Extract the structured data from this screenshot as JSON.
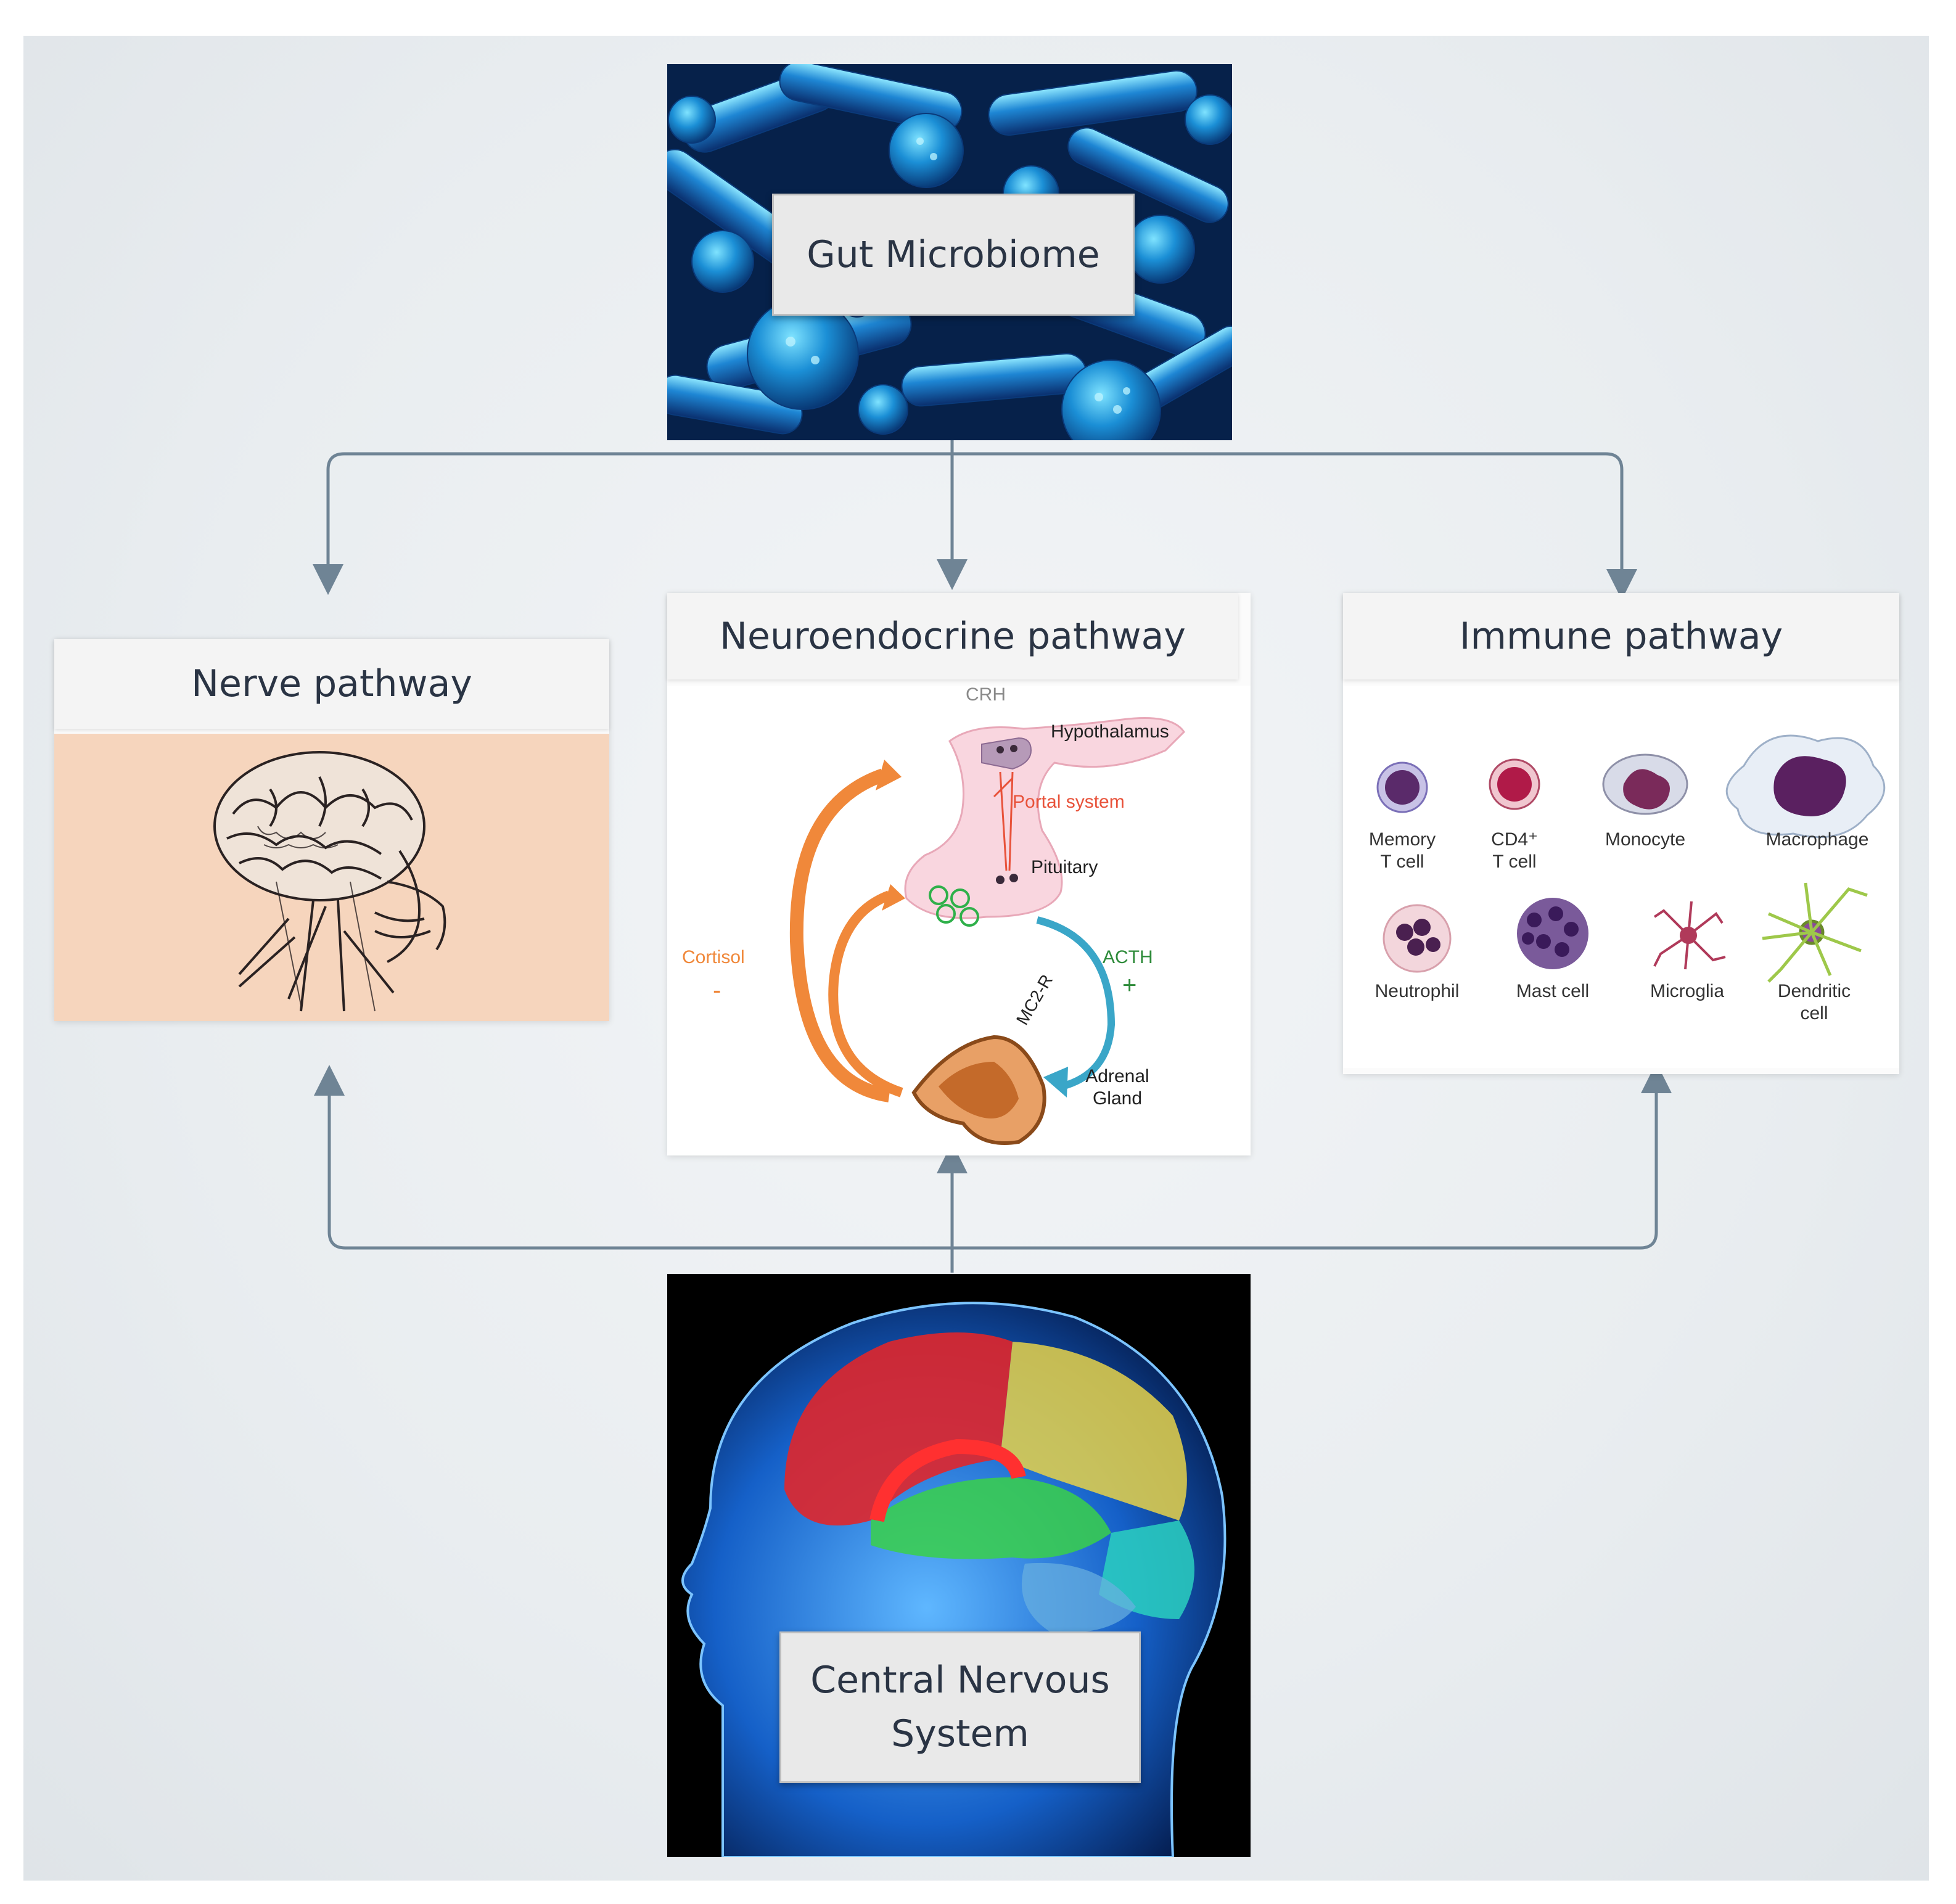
{
  "top": {
    "label": "Gut Microbiome"
  },
  "bottom": {
    "label_line1": "Central Nervous",
    "label_line2": "System"
  },
  "pathways": {
    "nerve": {
      "title": "Nerve pathway"
    },
    "neuroendocrine": {
      "title": "Neuroendocrine pathway",
      "labels": {
        "crh": "CRH",
        "hypothalamus": "Hypothalamus",
        "portal_system": "Portal system",
        "pituitary": "Pituitary",
        "cortisol": "Cortisol",
        "minus": "-",
        "acth": "ACTH",
        "plus": "+",
        "mc2r": "MC2-R",
        "adrenal_line1": "Adrenal",
        "adrenal_line2": "Gland"
      }
    },
    "immune": {
      "title": "Immune pathway",
      "cells": [
        {
          "line1": "Memory",
          "line2": "T cell"
        },
        {
          "line1": "CD4⁺",
          "line2": "T cell"
        },
        {
          "line1": "Monocyte",
          "line2": ""
        },
        {
          "line1": "Macrophage",
          "line2": ""
        },
        {
          "line1": "Neutrophil",
          "line2": ""
        },
        {
          "line1": "Mast cell",
          "line2": ""
        },
        {
          "line1": "Microglia",
          "line2": ""
        },
        {
          "line1": "Dendritic",
          "line2": "cell"
        }
      ]
    }
  },
  "colors": {
    "connector": "#6f8495",
    "cortisol": "#f0883a",
    "acth": "#2e8b3a",
    "portal": "#e8523a"
  }
}
